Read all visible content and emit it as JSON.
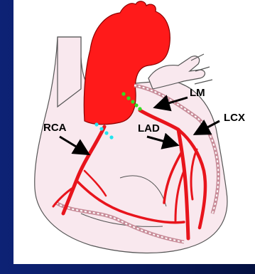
{
  "labels": {
    "rca": "RCA",
    "lad": "LAD",
    "lm": "LM",
    "lcx": "LCX"
  },
  "colors": {
    "background": "#0a1a5c",
    "panel": "#ffffff",
    "heart_fill": "#f9e8ee",
    "artery": "#e8141c",
    "aorta": "#ff1a1a",
    "vein_dotted": "#f2b8c2",
    "ostium_left_dots": "#33dd22",
    "ostium_right_dots": "#22e4ee",
    "arrow": "#000000"
  }
}
